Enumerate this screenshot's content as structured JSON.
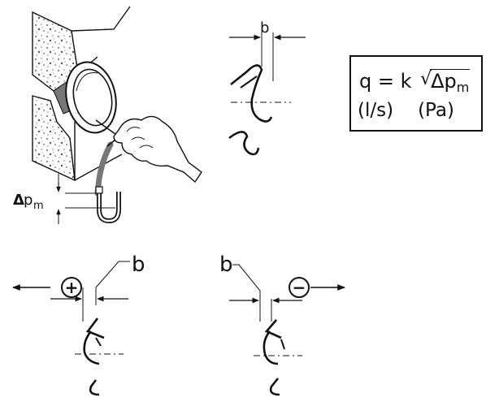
{
  "labels": {
    "gap_top": "b",
    "gap_left": "b",
    "gap_right": "b",
    "delta_symbol": "Δ",
    "delta_p": "p",
    "delta_sub": "m",
    "plus": "+",
    "minus": "−"
  },
  "formula": {
    "lhs": "q = k",
    "radicand_delta": "Δp",
    "radicand_sub": "m",
    "unit_q": "(l/s)",
    "unit_p": "(Pa)"
  }
}
